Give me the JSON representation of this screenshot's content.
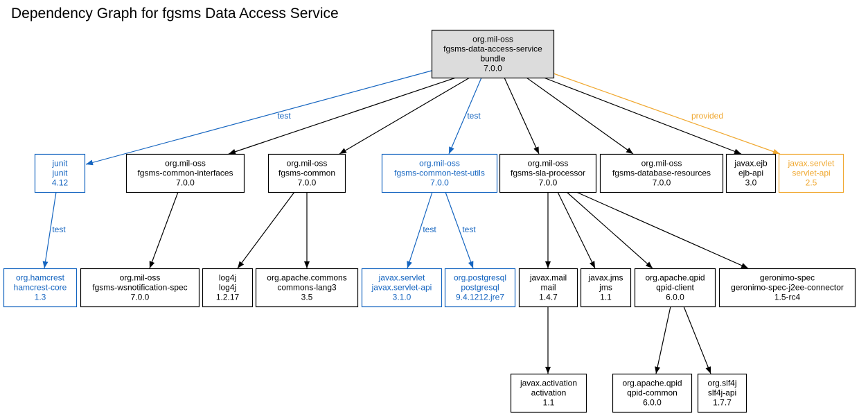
{
  "title": "Dependency Graph for fgsms Data Access Service",
  "colors": {
    "compile": "#000000",
    "test": "#1565c0",
    "provided": "#f0a830",
    "root_fill": "#dcdcdc"
  },
  "nodes": [
    {
      "id": "root",
      "scope": "compile",
      "root": true,
      "lines": [
        "org.mil-oss",
        "fgsms-data-access-service",
        "bundle",
        "7.0.0"
      ]
    },
    {
      "id": "junit",
      "scope": "test",
      "lines": [
        "junit",
        "junit",
        "4.12"
      ]
    },
    {
      "id": "common-interfaces",
      "scope": "compile",
      "lines": [
        "org.mil-oss",
        "fgsms-common-interfaces",
        "7.0.0"
      ]
    },
    {
      "id": "common",
      "scope": "compile",
      "lines": [
        "org.mil-oss",
        "fgsms-common",
        "7.0.0"
      ]
    },
    {
      "id": "common-test-utils",
      "scope": "test",
      "lines": [
        "org.mil-oss",
        "fgsms-common-test-utils",
        "7.0.0"
      ]
    },
    {
      "id": "sla-processor",
      "scope": "compile",
      "lines": [
        "org.mil-oss",
        "fgsms-sla-processor",
        "7.0.0"
      ]
    },
    {
      "id": "database-resources",
      "scope": "compile",
      "lines": [
        "org.mil-oss",
        "fgsms-database-resources",
        "7.0.0"
      ]
    },
    {
      "id": "ejb-api",
      "scope": "compile",
      "lines": [
        "javax.ejb",
        "ejb-api",
        "3.0"
      ]
    },
    {
      "id": "servlet-api",
      "scope": "provided",
      "lines": [
        "javax.servlet",
        "servlet-api",
        "2.5"
      ]
    },
    {
      "id": "hamcrest",
      "scope": "test",
      "lines": [
        "org.hamcrest",
        "hamcrest-core",
        "1.3"
      ]
    },
    {
      "id": "wsnotification",
      "scope": "compile",
      "lines": [
        "org.mil-oss",
        "fgsms-wsnotification-spec",
        "7.0.0"
      ]
    },
    {
      "id": "log4j",
      "scope": "compile",
      "lines": [
        "log4j",
        "log4j",
        "1.2.17"
      ]
    },
    {
      "id": "commons-lang3",
      "scope": "compile",
      "lines": [
        "org.apache.commons",
        "commons-lang3",
        "3.5"
      ]
    },
    {
      "id": "javax-servlet-api",
      "scope": "test",
      "lines": [
        "javax.servlet",
        "javax.servlet-api",
        "3.1.0"
      ]
    },
    {
      "id": "postgresql",
      "scope": "test",
      "lines": [
        "org.postgresql",
        "postgresql",
        "9.4.1212.jre7"
      ]
    },
    {
      "id": "mail",
      "scope": "compile",
      "lines": [
        "javax.mail",
        "mail",
        "1.4.7"
      ]
    },
    {
      "id": "jms",
      "scope": "compile",
      "lines": [
        "javax.jms",
        "jms",
        "1.1"
      ]
    },
    {
      "id": "qpid-client",
      "scope": "compile",
      "lines": [
        "org.apache.qpid",
        "qpid-client",
        "6.0.0"
      ]
    },
    {
      "id": "j2ee-connector",
      "scope": "compile",
      "lines": [
        "geronimo-spec",
        "geronimo-spec-j2ee-connector",
        "1.5-rc4"
      ]
    },
    {
      "id": "activation",
      "scope": "compile",
      "lines": [
        "javax.activation",
        "activation",
        "1.1"
      ]
    },
    {
      "id": "qpid-common",
      "scope": "compile",
      "lines": [
        "org.apache.qpid",
        "qpid-common",
        "6.0.0"
      ]
    },
    {
      "id": "slf4j",
      "scope": "compile",
      "lines": [
        "org.slf4j",
        "slf4j-api",
        "1.7.7"
      ]
    }
  ],
  "edges": [
    {
      "from": "root",
      "to": "junit",
      "scope": "test",
      "label": "test"
    },
    {
      "from": "root",
      "to": "common-interfaces",
      "scope": "compile",
      "label": ""
    },
    {
      "from": "root",
      "to": "common",
      "scope": "compile",
      "label": ""
    },
    {
      "from": "root",
      "to": "common-test-utils",
      "scope": "test",
      "label": "test"
    },
    {
      "from": "root",
      "to": "sla-processor",
      "scope": "compile",
      "label": ""
    },
    {
      "from": "root",
      "to": "database-resources",
      "scope": "compile",
      "label": ""
    },
    {
      "from": "root",
      "to": "ejb-api",
      "scope": "compile",
      "label": ""
    },
    {
      "from": "root",
      "to": "servlet-api",
      "scope": "provided",
      "label": "provided"
    },
    {
      "from": "junit",
      "to": "hamcrest",
      "scope": "test",
      "label": "test"
    },
    {
      "from": "common-interfaces",
      "to": "wsnotification",
      "scope": "compile",
      "label": ""
    },
    {
      "from": "common",
      "to": "log4j",
      "scope": "compile",
      "label": ""
    },
    {
      "from": "common",
      "to": "commons-lang3",
      "scope": "compile",
      "label": ""
    },
    {
      "from": "common-test-utils",
      "to": "javax-servlet-api",
      "scope": "test",
      "label": "test"
    },
    {
      "from": "common-test-utils",
      "to": "postgresql",
      "scope": "test",
      "label": "test"
    },
    {
      "from": "sla-processor",
      "to": "mail",
      "scope": "compile",
      "label": ""
    },
    {
      "from": "sla-processor",
      "to": "jms",
      "scope": "compile",
      "label": ""
    },
    {
      "from": "sla-processor",
      "to": "qpid-client",
      "scope": "compile",
      "label": ""
    },
    {
      "from": "sla-processor",
      "to": "j2ee-connector",
      "scope": "compile",
      "label": ""
    },
    {
      "from": "mail",
      "to": "activation",
      "scope": "compile",
      "label": ""
    },
    {
      "from": "qpid-client",
      "to": "qpid-common",
      "scope": "compile",
      "label": ""
    },
    {
      "from": "qpid-client",
      "to": "slf4j",
      "scope": "compile",
      "label": ""
    }
  ]
}
